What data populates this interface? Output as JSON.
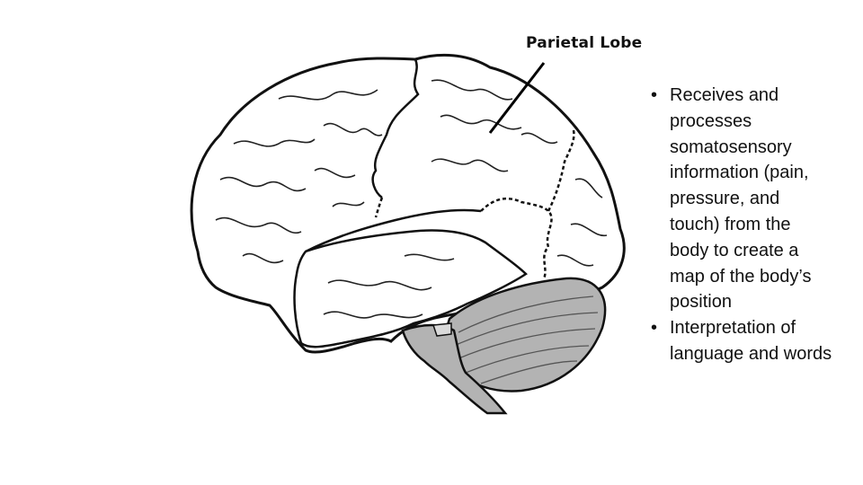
{
  "diagram": {
    "label": "Parietal Lobe"
  },
  "bullets": [
    {
      "text": "Receives and processes somatosensory information (pain, pressure, and touch) from the body to create a map of the body’s position"
    },
    {
      "text": "Interpretation of language and words"
    }
  ]
}
